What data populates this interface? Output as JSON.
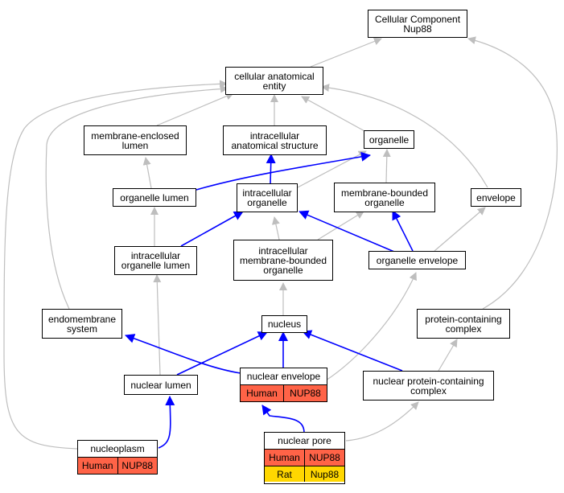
{
  "nodes": {
    "cellular_component": "Cellular Component\nNup88",
    "cellular_anatomical_entity": "cellular anatomical\nentity",
    "membrane_enclosed_lumen": "membrane-enclosed\nlumen",
    "intracellular_anatomical_structure": "intracellular\nanatomical structure",
    "organelle": "organelle",
    "organelle_lumen": "organelle lumen",
    "intracellular_organelle": "intracellular\norganelle",
    "membrane_bounded_organelle": "membrane-bounded\norganelle",
    "envelope": "envelope",
    "intracellular_organelle_lumen": "intracellular\norganelle lumen",
    "intracellular_membrane_bounded_organelle": "intracellular\nmembrane-bounded\norganelle",
    "organelle_envelope": "organelle envelope",
    "endomembrane_system": "endomembrane\nsystem",
    "nucleus": "nucleus",
    "protein_containing_complex": "protein-containing\ncomplex",
    "nuclear_lumen": "nuclear lumen",
    "nuclear_protein_containing_complex": "nuclear protein-containing\ncomplex"
  },
  "annotated": {
    "nuclear_envelope": {
      "label": "nuclear envelope",
      "rows": [
        {
          "species": "Human",
          "gene": "NUP88"
        }
      ]
    },
    "nucleoplasm": {
      "label": "nucleoplasm",
      "rows": [
        {
          "species": "Human",
          "gene": "NUP88"
        }
      ]
    },
    "nuclear_pore": {
      "label": "nuclear pore",
      "rows": [
        {
          "species": "Human",
          "gene": "NUP88"
        },
        {
          "species": "Rat",
          "gene": "Nup88"
        }
      ]
    }
  },
  "colors": {
    "human": "#ff6347",
    "rat": "#ffd700",
    "edge_gray": "#bebebe",
    "edge_blue": "#0000ff"
  }
}
